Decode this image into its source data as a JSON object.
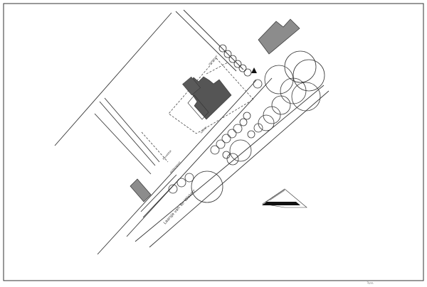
{
  "diagram": {
    "type": "site-plan",
    "labels": {
      "street_name": "Laarsje van Ter Wiskerr",
      "plot_side_label": "bouwblok",
      "setback_label": "rooilijn",
      "front_label": "voorgevel",
      "side_label": "achtergevel",
      "tag": "3m"
    },
    "colors": {
      "line": "#222222",
      "building_dark": "#555555",
      "building_mid": "#8c8c8c",
      "background": "#ffffff"
    }
  }
}
